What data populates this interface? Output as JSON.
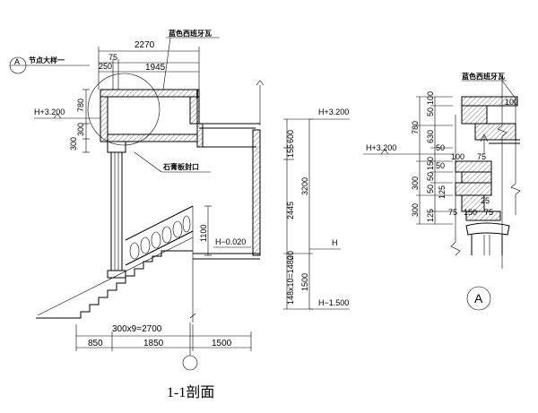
{
  "drawing_title": "1-1剖面",
  "detail_marker": "A",
  "detail_callout_letter": "A",
  "detail_callout_text": "节点大样一",
  "labels": {
    "blue_roof_tile_1": "蓝色西班牙瓦",
    "gypsum_edge": "石膏板封口",
    "blue_roof_tile_2": "蓝色西班牙瓦"
  },
  "elevations": {
    "h_plus_3200_left": "H+3.200",
    "h_plus_3200_mid": "H+3.200",
    "h_plus_3200_right": "H+3.200",
    "h_minus_0020": "H−0.020",
    "h_ground": "H",
    "h_minus_1500": "H−1.500"
  },
  "dims_top": {
    "d2270": "2270",
    "d75": "75",
    "d250": "250",
    "d1945": "1945"
  },
  "dims_left": {
    "d780": "780",
    "d300a": "300",
    "d300b": "300"
  },
  "dims_mid": {
    "d1100": "1100"
  },
  "dims_right_column": {
    "d600": "600",
    "d155": "155",
    "d3200": "3200",
    "d2445": "2445",
    "d20": "20",
    "d148x10": "148x10=1480",
    "d1500": "1500"
  },
  "dims_bottom": {
    "stairs": "300x9=2700",
    "d850": "850",
    "d1850": "1850",
    "d1500": "1500"
  },
  "dims_detail": {
    "d100a": "100",
    "d50a": "50",
    "d780": "780",
    "d630": "630",
    "d50b": "50",
    "d100b": "100",
    "d75a": "75",
    "d50c": "50",
    "d150": "150",
    "d50d": "50",
    "d300a": "300",
    "d50e": "50",
    "d125a": "125",
    "d25": "25",
    "d300b": "300",
    "d125b": "125",
    "d75b": "75",
    "d150b": "150",
    "d75c": "75",
    "d100c": "100"
  }
}
